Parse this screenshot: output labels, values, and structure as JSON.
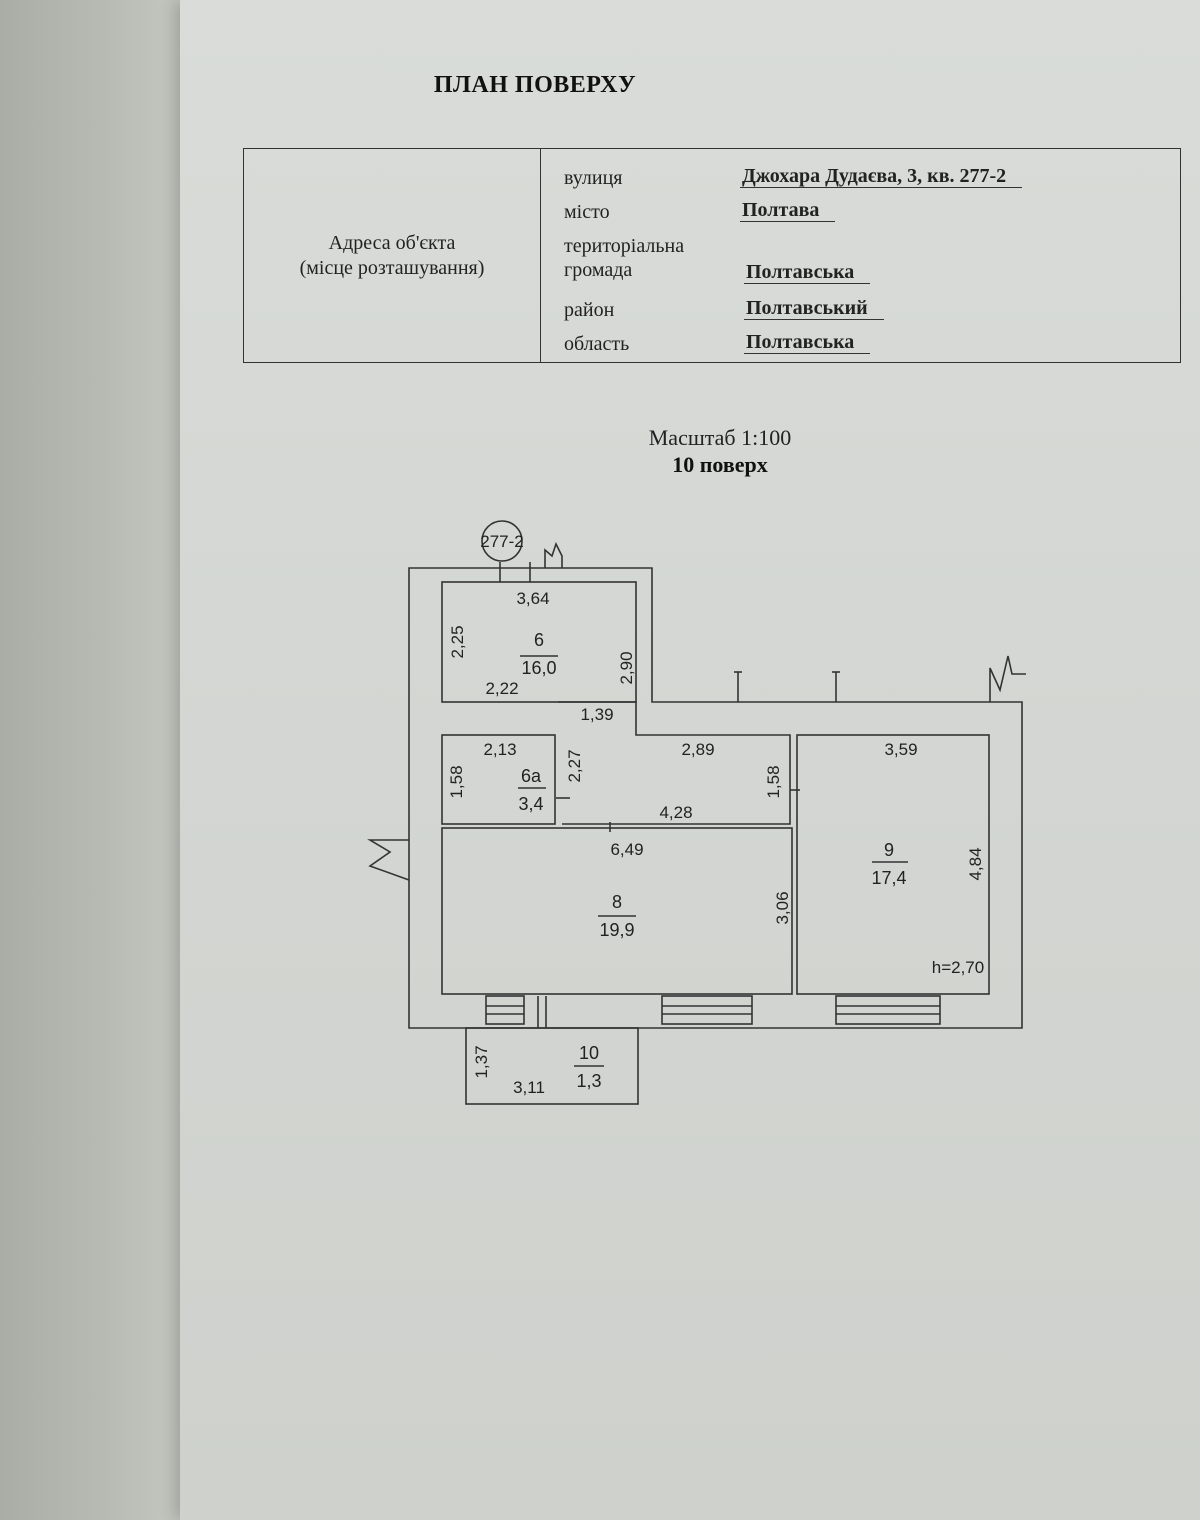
{
  "title": "ПЛАН ПОВЕРХУ",
  "address": {
    "label_line1": "Адреса об'єкта",
    "label_line2": "(місце розташування)",
    "fields": [
      {
        "label": "вулиця",
        "value": "Джохара Дудаєва, 3, кв. 277-2"
      },
      {
        "label": "місто",
        "value": "Полтава"
      },
      {
        "label": "територіальна",
        "label2": "громада",
        "value": "Полтавська"
      },
      {
        "label": "район",
        "value": "Полтавський"
      },
      {
        "label": "область",
        "value": "Полтавська"
      }
    ]
  },
  "scale": "Масштаб 1:100",
  "floor": "10 поверх",
  "plan": {
    "apartment_tag": "277-2",
    "ceiling_height": "h=2,70",
    "rooms": [
      {
        "number": "6",
        "area": "16,0"
      },
      {
        "number": "6а",
        "area": "3,4"
      },
      {
        "number": "8",
        "area": "19,9"
      },
      {
        "number": "9",
        "area": "17,4"
      },
      {
        "number": "10",
        "area": "1,3"
      }
    ],
    "dimensions": {
      "r6_width": "3,64",
      "r6_height": "2,25",
      "r6_bottom": "2,22",
      "r6_right": "2,90",
      "hall_width": "1,39",
      "r6a_width": "2,13",
      "r6a_height": "1,58",
      "hall_left": "2,27",
      "hall_top": "2,89",
      "hall_bottom": "4,28",
      "hall_right": "1,58",
      "r8_width": "6,49",
      "r8_height": "3,06",
      "r9_width": "3,59",
      "r9_height": "4,84",
      "r10_width": "3,11",
      "r10_height": "1,37"
    }
  }
}
